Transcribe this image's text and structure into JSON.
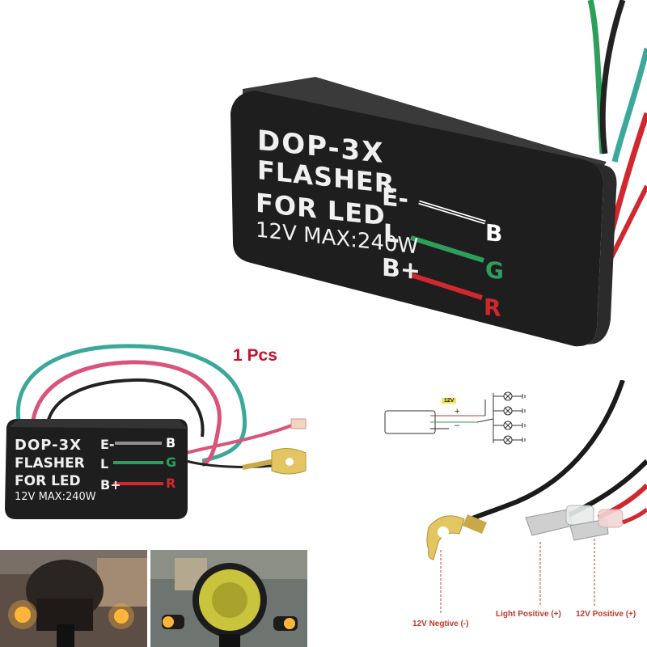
{
  "product": {
    "line1": "DOP-3X",
    "line2": "FLASHER",
    "line3": "FOR LED",
    "line4": "12V MAX:240W",
    "terminal_e": "E-",
    "terminal_l": "L",
    "terminal_b": "B+",
    "wire_b": "B",
    "wire_g": "G",
    "wire_r": "R"
  },
  "quantity_label": "1 Pcs",
  "diagram": {
    "voltage_tag": "12V",
    "plus": "+",
    "minus": "–"
  },
  "wiring_labels": {
    "negative": "12V Negtive (-)",
    "light_positive": "Light Positive (+)",
    "positive": "12V Positive (+)"
  },
  "colors": {
    "label_red": "#c0392b",
    "wire_green": "#2e9e5b",
    "wire_red": "#d0282e",
    "wire_teal": "#3aa89a",
    "wire_pink": "#d9537a",
    "box_black": "#1e1e1e"
  }
}
